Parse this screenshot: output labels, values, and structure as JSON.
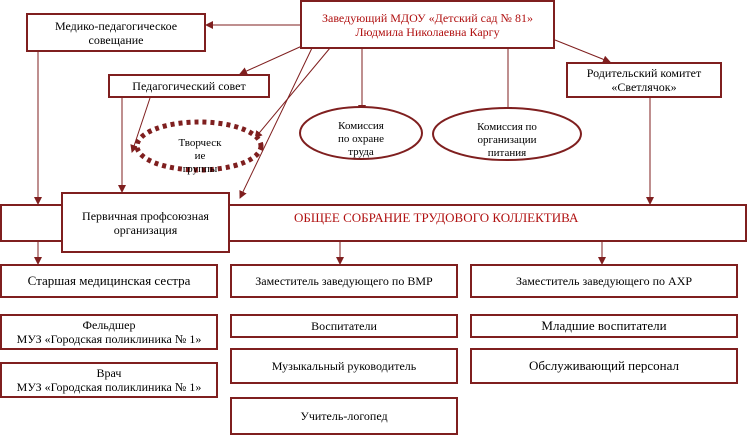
{
  "colors": {
    "line": "#7f1f1f",
    "title_red": "#b01010",
    "text": "#000000"
  },
  "head": {
    "label": "Заведующий МДОУ  «Детский сад № 81»\nЛюдмила Николаевна Каргу"
  },
  "med_ped": {
    "label": "Медико-педагогическое\nсовещание"
  },
  "ped_council": {
    "label": "Педагогический совет"
  },
  "parents": {
    "label": "Родительский комитет\n«Светлячок»"
  },
  "creative_group": {
    "label": "Творческ\nие\nгруппы"
  },
  "labor_commission": {
    "label": "Комиссия\nпо охране\nтруда"
  },
  "food_commission": {
    "label": "Комиссия по\nорганизации\nпитания"
  },
  "union": {
    "label": "Первичная профсоюзная\nорганизация"
  },
  "general_meeting": {
    "label": "ОБЩЕЕ СОБРАНИЕ ТРУДОВОГО КОЛЛЕКТИВА"
  },
  "left_column": [
    {
      "label": "Старшая медицинская сестра"
    },
    {
      "label": "Фельдшер\nМУЗ «Городская поликлиника № 1»"
    },
    {
      "label": "Врач\nМУЗ «Городская поликлиника № 1»"
    }
  ],
  "middle_column": [
    {
      "label": "Заместитель заведующего по ВМР"
    },
    {
      "label": "Воспитатели"
    },
    {
      "label": "Музыкальный руководитель"
    },
    {
      "label": "Учитель-логопед"
    }
  ],
  "right_column": [
    {
      "label": "Заместитель заведующего по АХР"
    },
    {
      "label": "Младшие воспитатели"
    },
    {
      "label": "Обслуживающий персонал"
    }
  ]
}
